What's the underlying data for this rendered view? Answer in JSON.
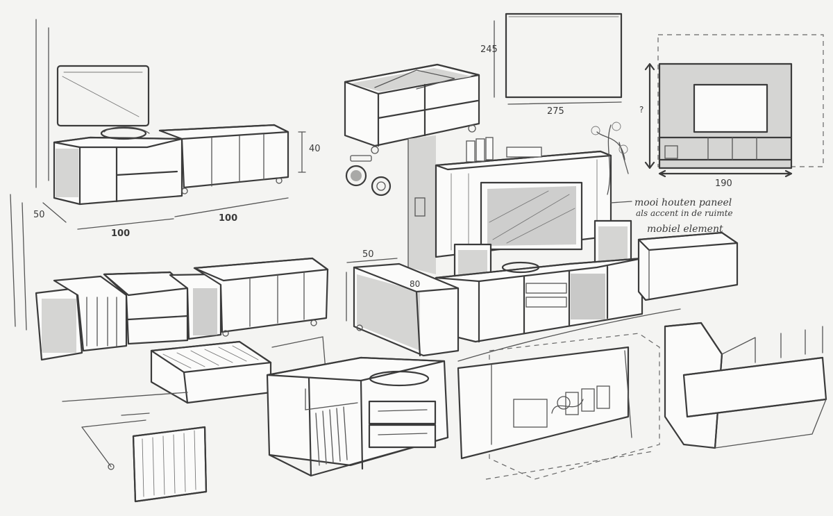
{
  "dimensions": {
    "sketch1_height": "40",
    "sketch1_depth": "50",
    "sketch1_width_left": "100",
    "sketch1_width_right": "100",
    "mirror_height": "245",
    "mirror_width": "275",
    "wall_height": "?",
    "wall_width": "190",
    "main_depth": "50",
    "main_height": "80"
  },
  "annotations": {
    "panel_line1": "mooi houten paneel",
    "panel_line2": "als accent in de ruimte",
    "mobile": "mobiel element"
  },
  "colors": {
    "paper": "#f4f4f2",
    "pencil": "#3b3b3b"
  }
}
